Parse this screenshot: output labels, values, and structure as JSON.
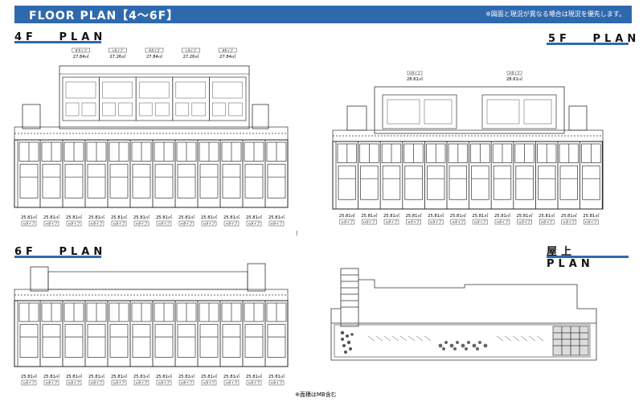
{
  "header": {
    "title": "FLOOR PLAN【4〜6F】",
    "note": "※図面と現況が異なる場合は現況を優先します。"
  },
  "sections": {
    "f4": "4F　 PLAN",
    "f5": "5F　 PLAN",
    "f6": "6F　 PLAN",
    "roof": "屋上　 PLAN"
  },
  "plan4": {
    "top_units": [
      {
        "type": "B'タイプ",
        "area": "27.84㎡"
      },
      {
        "type": "Lタイプ",
        "area": "27.26㎡"
      },
      {
        "type": "Bタイプ",
        "area": "27.84㎡"
      },
      {
        "type": "Lタイプ",
        "area": "27.26㎡"
      },
      {
        "type": "Bタイプ",
        "area": "27.84㎡"
      }
    ],
    "bottom_units": [
      {
        "area": "25.81㎡",
        "type": "Gタイプ"
      },
      {
        "area": "25.81㎡",
        "type": "Hタイプ"
      },
      {
        "area": "25.81㎡",
        "type": "Gタイプ"
      },
      {
        "area": "25.81㎡",
        "type": "Hタイプ"
      },
      {
        "area": "25.81㎡",
        "type": "Gタイプ"
      },
      {
        "area": "25.81㎡",
        "type": "Hタイプ"
      },
      {
        "area": "25.81㎡",
        "type": "Gタイプ"
      },
      {
        "area": "25.81㎡",
        "type": "Hタイプ"
      },
      {
        "area": "25.81㎡",
        "type": "Gタイプ"
      },
      {
        "area": "25.81㎡",
        "type": "Hタイプ"
      },
      {
        "area": "25.81㎡",
        "type": "Gタイプ"
      },
      {
        "area": "25.81㎡",
        "type": "Hタイプ"
      }
    ]
  },
  "plan5": {
    "top_units": [
      {
        "type": "Dタイプ",
        "area": "28.61㎡"
      },
      {
        "type": "Dタイプ",
        "area": "28.61㎡"
      }
    ],
    "bottom_units": [
      {
        "area": "25.81㎡",
        "type": "Gタイプ"
      },
      {
        "area": "25.81㎡",
        "type": "Hタイプ"
      },
      {
        "area": "25.81㎡",
        "type": "Gタイプ"
      },
      {
        "area": "25.81㎡",
        "type": "Hタイプ"
      },
      {
        "area": "25.81㎡",
        "type": "Gタイプ"
      },
      {
        "area": "25.81㎡",
        "type": "Hタイプ"
      },
      {
        "area": "25.81㎡",
        "type": "Gタイプ"
      },
      {
        "area": "25.81㎡",
        "type": "Hタイプ"
      },
      {
        "area": "25.81㎡",
        "type": "Gタイプ"
      },
      {
        "area": "25.81㎡",
        "type": "Hタイプ"
      },
      {
        "area": "25.81㎡",
        "type": "Gタイプ"
      },
      {
        "area": "25.81㎡",
        "type": "Hタイプ"
      }
    ]
  },
  "plan6": {
    "bottom_units": [
      {
        "area": "25.81㎡",
        "type": "Gタイプ"
      },
      {
        "area": "25.81㎡",
        "type": "Hタイプ"
      },
      {
        "area": "25.81㎡",
        "type": "Gタイプ"
      },
      {
        "area": "25.81㎡",
        "type": "Hタイプ"
      },
      {
        "area": "25.81㎡",
        "type": "Gタイプ"
      },
      {
        "area": "25.81㎡",
        "type": "Hタイプ"
      },
      {
        "area": "25.81㎡",
        "type": "Gタイプ"
      },
      {
        "area": "25.81㎡",
        "type": "Hタイプ"
      },
      {
        "area": "25.81㎡",
        "type": "Gタイプ"
      },
      {
        "area": "25.81㎡",
        "type": "Hタイプ"
      },
      {
        "area": "25.81㎡",
        "type": "Gタイプ"
      },
      {
        "area": "25.81㎡",
        "type": "Hタイプ"
      }
    ]
  },
  "footnote": "※面積はMB含む",
  "colors": {
    "accent": "#2f69ad",
    "line": "#333333"
  }
}
